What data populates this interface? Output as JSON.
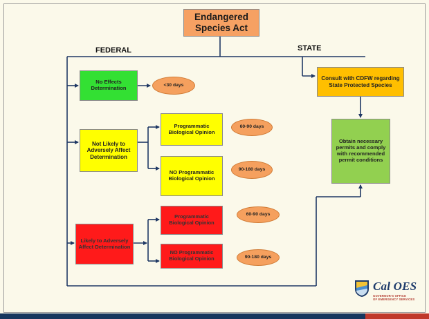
{
  "title": "Endangered Species Act",
  "labels": {
    "federal": "FEDERAL",
    "state": "STATE"
  },
  "federal": {
    "no_effects": {
      "label": "No Effects Determination",
      "timeline": "<30 days"
    },
    "not_likely": {
      "label": "Not Likely to Adversely Affect Determination",
      "programmatic": {
        "label": "Programmatic Biological Opinion",
        "timeline": "60-90 days"
      },
      "no_programmatic": {
        "label": "NO Programmatic Biological Opinion",
        "timeline": "90-180 days"
      }
    },
    "likely": {
      "label": "Likely to Adversely Affect Determination",
      "programmatic": {
        "label": "Programmatic Biological Opinion",
        "timeline": "60-90 days"
      },
      "no_programmatic": {
        "label": "NO Programmatic Biological Opinion",
        "timeline": "90-180 days"
      }
    }
  },
  "state": {
    "consult": "Consult with CDFW regarding State Protected Species",
    "permits": "Obtain necessary permits and comply with recommended permit conditions"
  },
  "logo": {
    "name": "Cal OES",
    "subtitle_line1": "GOVERNOR'S OFFICE",
    "subtitle_line2": "OF EMERGENCY SERVICES"
  },
  "colors": {
    "title": "#f6a163",
    "no_effects": "#33e033",
    "not_likely": "#ffff00",
    "likely": "#ff1a1a",
    "state_consult": "#ffbf00",
    "state_permits": "#92d050",
    "timeline": "#f5a05e",
    "connector": "#1f3864"
  }
}
